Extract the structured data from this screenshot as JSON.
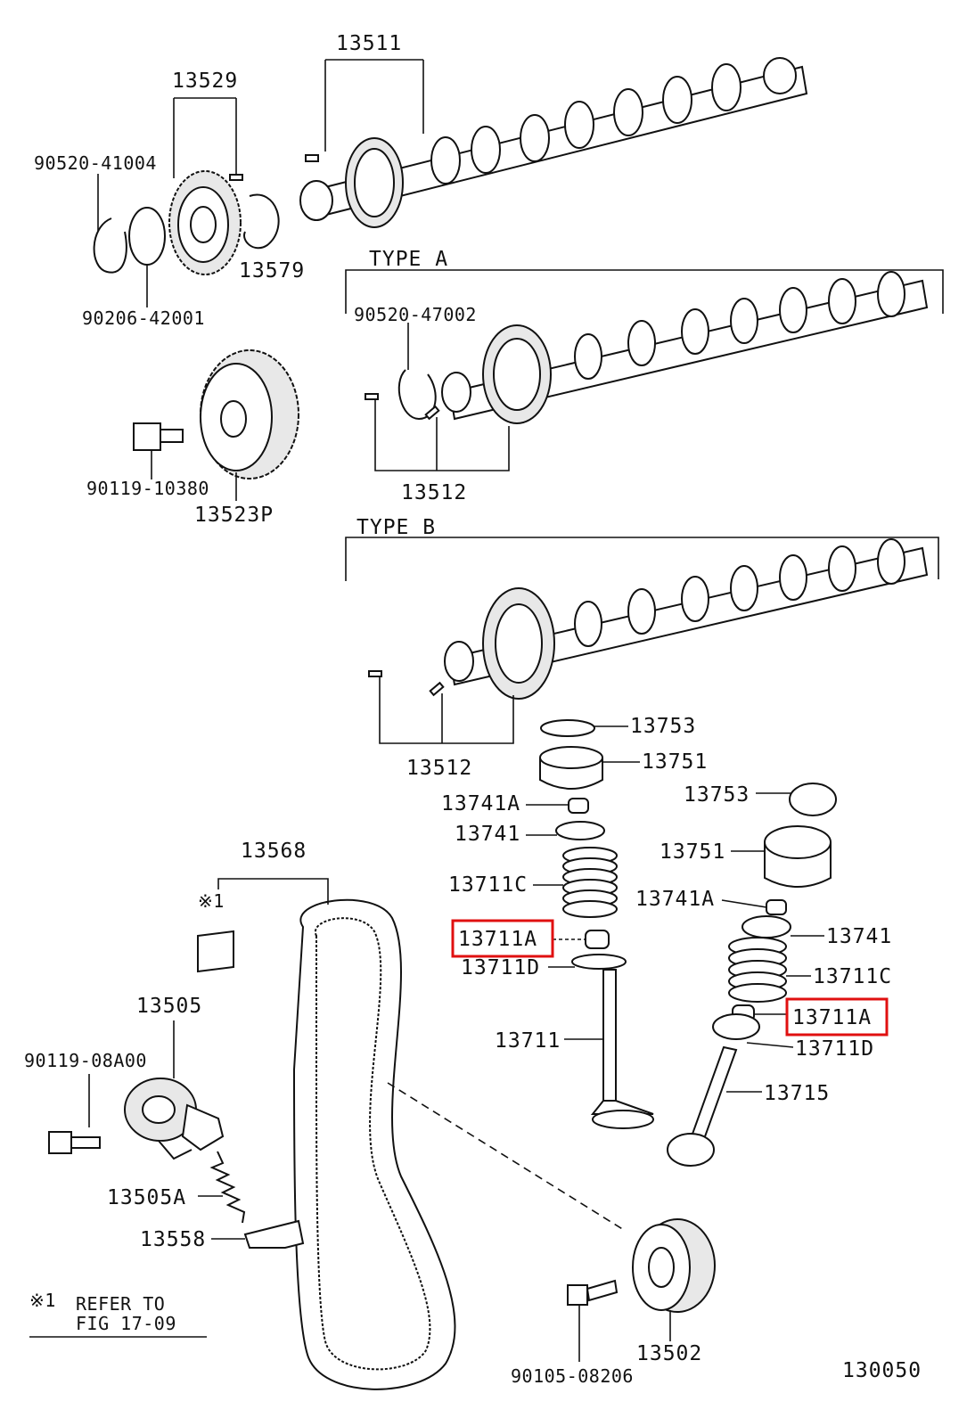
{
  "labels": {
    "p13511": "13511",
    "p13529": "13529",
    "p90520_41004": "90520-41004",
    "p13579": "13579",
    "p90206_42001": "90206-42001",
    "p90119_10380": "90119-10380",
    "p13523P": "13523P",
    "typeA": "TYPE  A",
    "p90520_47002": "90520-47002",
    "p13512a": "13512",
    "typeB": "TYPE  B",
    "p13512b": "13512",
    "p13753a": "13753",
    "p13751a": "13751",
    "p13741Aa": "13741A",
    "p13741a": "13741",
    "p13711Ca": "13711C",
    "p13711Aa": "13711A",
    "p13711Da": "13711D",
    "p13711": "13711",
    "p13753b": "13753",
    "p13751b": "13751",
    "p13741Ab": "13741A",
    "p13741b": "13741",
    "p13711Cb": "13711C",
    "p13711Ab": "13711A",
    "p13711Db": "13711D",
    "p13715": "13715",
    "p13568": "13568",
    "note1mark": "※1",
    "p13505": "13505",
    "p90119_08A00": "90119-08A00",
    "p13505A": "13505A",
    "p13558": "13558",
    "noteMark": "※1",
    "noteLine1": "REFER TO",
    "noteLine2": "FIG 17-09",
    "p13502": "13502",
    "p90105_08206": "90105-08206",
    "figNumber": "130050"
  },
  "colors": {
    "ink": "#111111",
    "highlight": "#e01010"
  }
}
